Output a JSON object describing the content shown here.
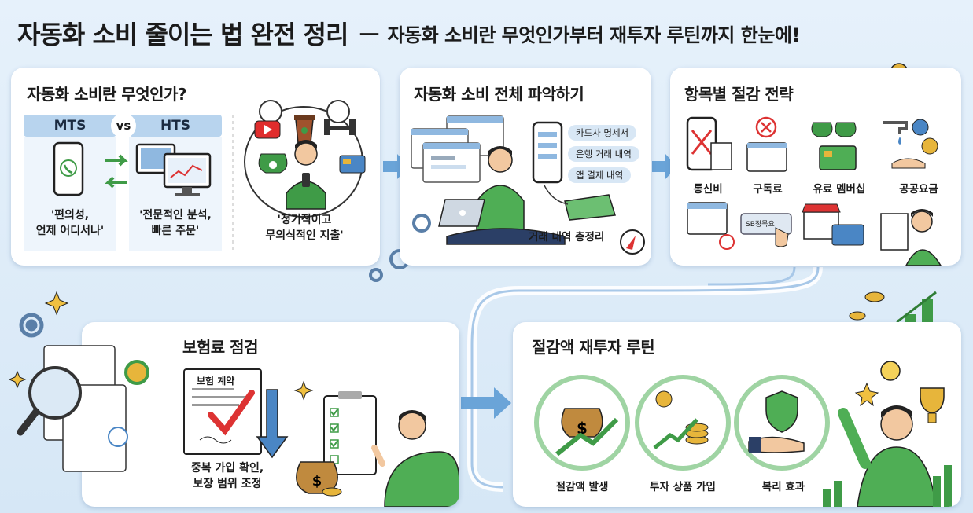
{
  "header": {
    "main_title": "자동화 소비 줄이는 법 완전 정리",
    "dash": "—",
    "subtitle": "자동화 소비란 무엇인가부터 재투자 루틴까지 한눈에!"
  },
  "panel1": {
    "title": "자동화 소비란 무엇인가?",
    "mts": "MTS",
    "vs": "vs",
    "hts": "HTS",
    "mts_caption_1": "'편의성,",
    "mts_caption_2": "언제 어디서나'",
    "hts_caption_1": "'전문적인 분석,",
    "hts_caption_2": "빠른 주문'",
    "thought_caption_1": "'정기적이고",
    "thought_caption_2": "무의식적인 지출'"
  },
  "panel2": {
    "title": "자동화 소비 전체 파악하기",
    "tags": [
      "카드사 명세서",
      "은행 거래 내역",
      "앱 결제 내역"
    ],
    "caption": "거래 내역 총정리"
  },
  "panel3": {
    "title": "항목별 절감 전략",
    "items": [
      "통신비",
      "구독료",
      "유료 멤버십",
      "공공요금"
    ],
    "subscription_button": "SB정목요"
  },
  "panel4": {
    "title": "보험료 점검",
    "doc_title": "보험 계약",
    "caption_1": "중복 가입 확인,",
    "caption_2": "보장 범위 조정"
  },
  "panel5": {
    "title": "절감액 재투자 루틴",
    "steps": [
      "절감액 발생",
      "투자 상품 가입",
      "복리 효과"
    ]
  },
  "colors": {
    "green": "#4fae55",
    "dark_green": "#2f7d35",
    "blue": "#4a86c5",
    "gold": "#e7b53b",
    "bg": "#dcebf8"
  }
}
